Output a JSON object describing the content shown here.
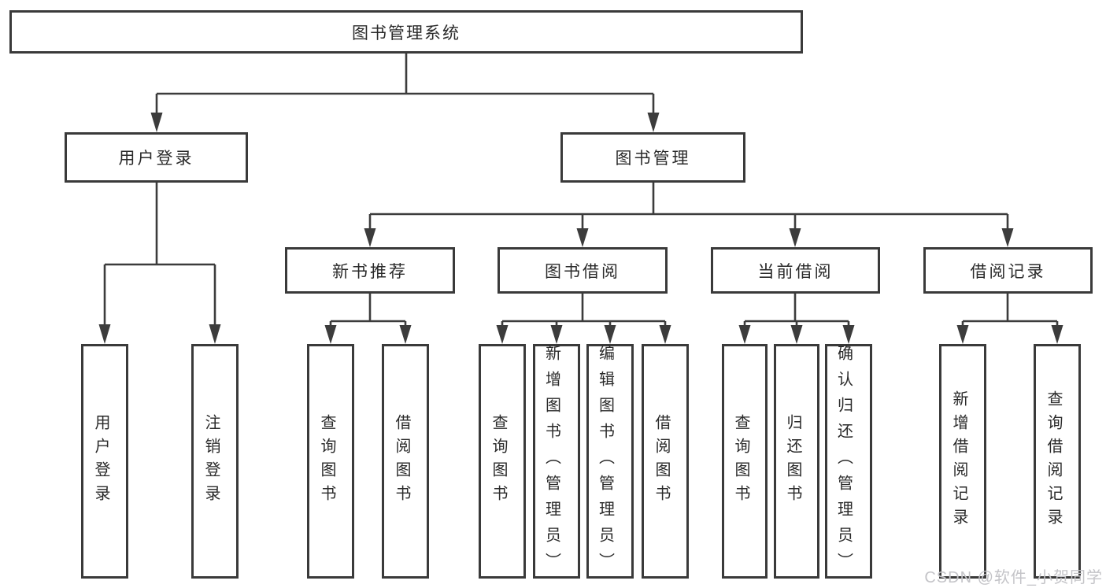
{
  "colors": {
    "line": "#3c3c3c",
    "box_border": "#3a3a3a",
    "text": "#2a2a2a",
    "watermark_text": "#c4c4c8",
    "background": "#ffffff"
  },
  "watermark": {
    "text": "CSDN @软件_小贺同学"
  },
  "nodes": {
    "root": {
      "label": "图书管理系统"
    },
    "user_login": {
      "label": "用户登录"
    },
    "book_mgmt": {
      "label": "图书管理"
    },
    "new_book_rec": {
      "label": "新书推荐"
    },
    "book_borrow": {
      "label": "图书借阅"
    },
    "current_borrow": {
      "label": "当前借阅"
    },
    "borrow_records": {
      "label": "借阅记录"
    },
    "leaf_user_login": {
      "label": "用户登录"
    },
    "leaf_logout": {
      "label": "注销登录"
    },
    "leaf_rec_query_books": {
      "label": "查询图书"
    },
    "leaf_rec_borrow_books": {
      "label": "借阅图书"
    },
    "leaf_bb_query_books": {
      "label": "查询图书"
    },
    "leaf_bb_add_books": {
      "label": "新增图书（管理员）"
    },
    "leaf_bb_edit_books": {
      "label": "编辑图书（管理员）"
    },
    "leaf_bb_borrow_books": {
      "label": "借阅图书"
    },
    "leaf_cb_query_books": {
      "label": "查询图书"
    },
    "leaf_cb_return_books": {
      "label": "归还图书"
    },
    "leaf_cb_confirm_return": {
      "label": "确认归还（管理员）"
    },
    "leaf_br_add_record": {
      "label": "新增借阅记录"
    },
    "leaf_br_query_record": {
      "label": "查询借阅记录"
    }
  }
}
